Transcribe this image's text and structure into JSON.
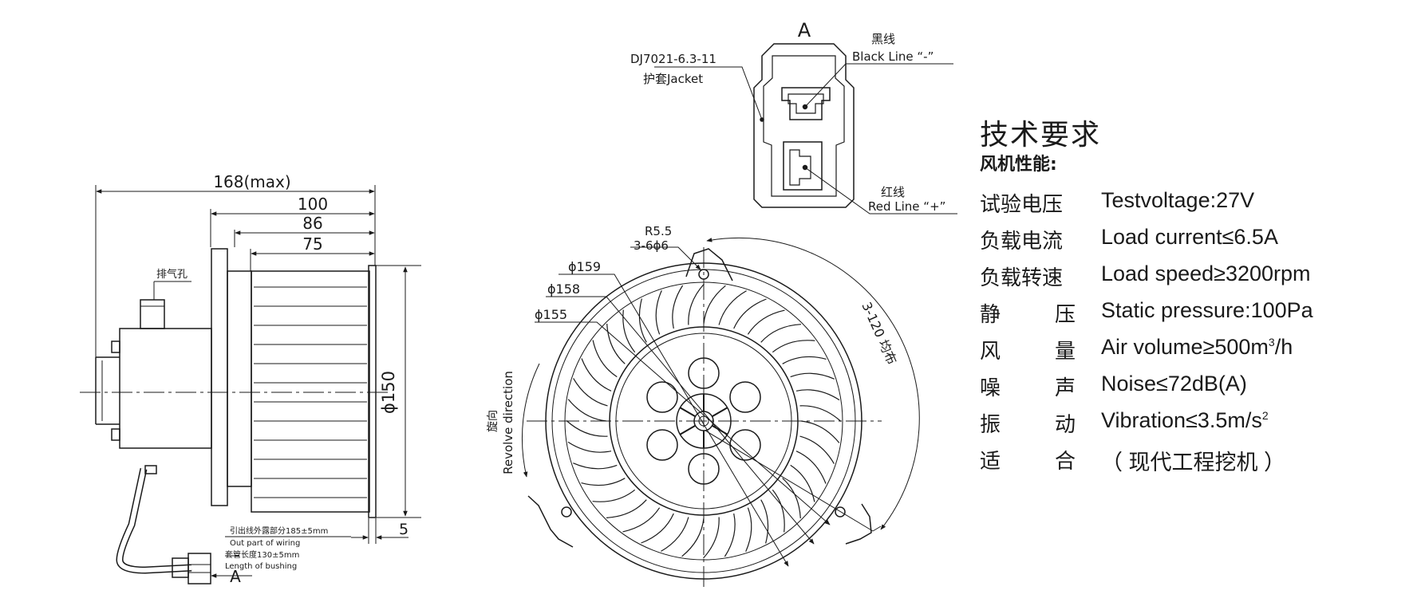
{
  "side_view": {
    "dim_168": "168(max)",
    "dim_100": "100",
    "dim_86": "86",
    "dim_75": "75",
    "dim_150": "ϕ150",
    "dim_5": "5",
    "exhaust_hole": "排气孔",
    "wire_cn": "引出线外露部分185±5mm",
    "wire_en": "Out part of wiring",
    "bushing_cn": "套管长度130±5mm",
    "bushing_en": "Length of bushing",
    "view_mark": "A"
  },
  "connector": {
    "view_label": "A",
    "part_no": "DJ7021-6.3-11",
    "jacket": "护套Jacket",
    "black_cn": "黑线",
    "black_en": "Black Line “-”",
    "red_cn": "红线",
    "red_en": "Red Line “+”"
  },
  "front_view": {
    "r55": "R5.5",
    "holes": "3-6ϕ6",
    "d159": "ϕ159",
    "d158": "ϕ158",
    "d155": "ϕ155",
    "spacing": "3-120 均布",
    "rotation_cn": "旋向",
    "rotation_en": "Revolve direction"
  },
  "specs": {
    "title": "技术要求",
    "subtitle": "风机性能:",
    "rows": [
      {
        "label": [
          "试验电压"
        ],
        "value": "Testvoltage:27V"
      },
      {
        "label": [
          "负载电流"
        ],
        "value": "Load current≤6.5A"
      },
      {
        "label": [
          "负载转速"
        ],
        "value": "Load speed≥3200rpm"
      },
      {
        "label": [
          "静",
          "压"
        ],
        "value": "Static pressure:100Pa"
      },
      {
        "label": [
          "风",
          "量"
        ],
        "value": "Air volume≥500m",
        "sup": "3",
        "tail": "/h"
      },
      {
        "label": [
          "噪",
          "声"
        ],
        "value": "Noise≤72dB(A)"
      },
      {
        "label": [
          "振",
          "动"
        ],
        "value": "Vibration≤3.5m/s",
        "sup": "2",
        "tail": ""
      },
      {
        "label": [
          "适",
          "合"
        ],
        "value": "（ 现代工程挖机 ）"
      }
    ]
  }
}
